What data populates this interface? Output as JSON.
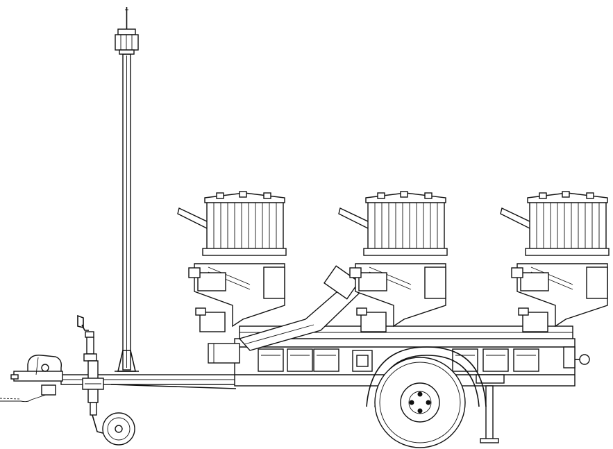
{
  "drawing": {
    "kind": "line-art",
    "colors": {
      "line": "#111111",
      "background": "#ffffff"
    }
  },
  "trailer": {
    "mast_light": {
      "name": "beacon"
    },
    "trap_units": [
      {
        "id": "unit-left"
      },
      {
        "id": "unit-center"
      },
      {
        "id": "unit-right"
      }
    ],
    "control_boxes": 6,
    "wheels": {
      "road_wheel": 1,
      "jockey_wheel": 1
    }
  }
}
